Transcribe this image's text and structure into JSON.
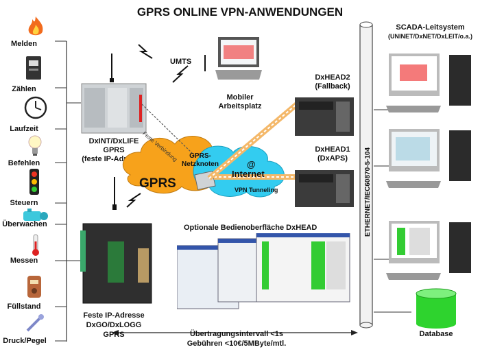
{
  "title": "GPRS ONLINE VPN-ANWENDUNGEN",
  "functions": [
    {
      "label": "Melden",
      "icon": "flame-icon"
    },
    {
      "label": "Zählen",
      "icon": "meter-icon"
    },
    {
      "label": "Laufzeit",
      "icon": "clock-icon"
    },
    {
      "label": "Befehlen",
      "icon": "bulb-icon"
    },
    {
      "label": "Steuern",
      "icon": "traffic-light-icon"
    },
    {
      "label": "Überwachen",
      "icon": "pump-icon"
    },
    {
      "label": "Messen",
      "icon": "thermometer-icon"
    },
    {
      "label": "Füllstand",
      "icon": "tank-icon"
    },
    {
      "label": "Druck/Pegel",
      "icon": "pressure-sensor-icon"
    }
  ],
  "devices": {
    "dxint": {
      "line1": "DxINT/DxLIFE",
      "line2": "GPRS",
      "line3": "(feste IP-Adresse)"
    },
    "dxgo": {
      "line1": "Feste IP-Adresse",
      "line2": "DxGO/DxLOGG",
      "line3": "GPRS"
    },
    "laptop": {
      "umts": "UMTS",
      "line1": "Mobiler",
      "line2": "Arbeitsplatz"
    },
    "head2": {
      "line1": "DxHEAD2",
      "line2": "(Fallback)"
    },
    "head1": {
      "line1": "DxHEAD1",
      "line2": "(DxAPS)"
    }
  },
  "cloud": {
    "gprs": "GPRS",
    "node_line1": "GPRS-",
    "node_line2": "Netzknoten",
    "at": "@",
    "internet": "Internet",
    "vpn": "VPN Tunneling",
    "fixed_link": "Feste Verbindung"
  },
  "gui": {
    "title": "Optionale Bedienoberfläche DxHEAD"
  },
  "bus": {
    "label": "ETHERNET/IEC60870-5-104"
  },
  "scada": {
    "line1": "SCADA-Leitsystem",
    "line2": "(UNINET/DxNET/DxLEIT/o.a.)",
    "database": "Database"
  },
  "footer": {
    "line1": "Übertragungsintervall <1s",
    "line2": "Gebühren <10€/5MByte/mtl."
  },
  "colors": {
    "cloud_orange": "#f7a21b",
    "cloud_blue": "#33ccf0",
    "tunnel": "#f4b869",
    "database": "#2ed32e",
    "bus": "#f2f2f2"
  }
}
